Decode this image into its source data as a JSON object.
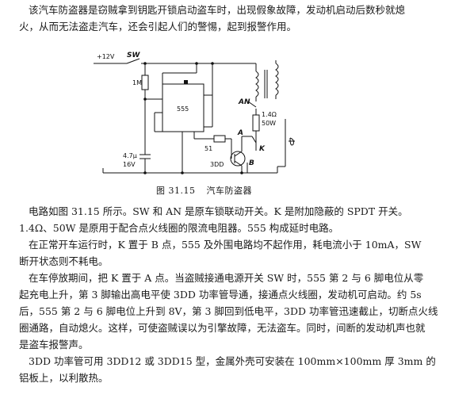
{
  "intro": [
    "该汽车防盗器是窃贼拿到钥匙开锁启动盗车时，出现假象故障，发动机启动后数秒就熄",
    "火，从而无法盗走汽车，还会引起人们的警惕，起到报警作用。"
  ],
  "figure": {
    "number": "图 31.15",
    "title": "汽车防盗器",
    "labels": {
      "supply": "+12V",
      "sw": "SW",
      "r1": "1M",
      "ic": "555",
      "an": "AN",
      "r_ballast": "1.4Ω",
      "r_ballast_power": "50W",
      "r2": "51",
      "cap_value": "4.7μ",
      "cap_voltage": "16V",
      "transistor": "3DD",
      "k": "K",
      "pin_a": "A",
      "pin_b": "B"
    }
  },
  "body": [
    "电路如图 31.15 所示。SW 和 AN 是原车锁联动开关。K 是附加隐蔽的 SPDT 开关。",
    "1.4Ω、50W 是原用于配合点火线圈的限流电阻器。555 构成延时电路。",
    "在正常开车运行时，K 置于 B 点，555 及外围电路均不起作用，耗电流小于 10mA，SW",
    "断开状态则不耗电。",
    "在车停放期间，把 K 置于 A 点。当盗贼接通电源开关 SW 时，555 第 2 与 6 脚电位从零",
    "起充电上升，第 3 脚输出高电平使 3DD 功率管导通，接通点火线圈，发动机可启动。约 5s",
    "后，555 第 2 与 6 脚电位上升到 8V，第 3 脚回到低电平，3DD 功率管迅速截止，切断点火线",
    "圈通路，自动熄火。这样，可使盗贼误以为引擎故障，无法盗车。同时，间断的发动机声也就",
    "是盗车报警声。",
    "3DD 功率管可用 3DD12 或 3DD15 型，金属外壳可安装在 100mm×100mm 厚 3mm 的",
    "铝板上，以利散热。"
  ]
}
